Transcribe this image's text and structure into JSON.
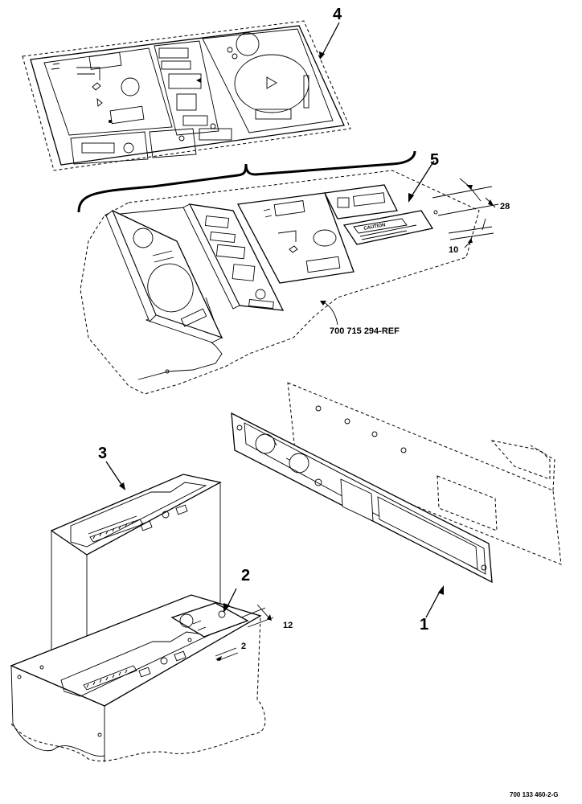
{
  "callouts": {
    "c1": "1",
    "c2": "2",
    "c3": "3",
    "c4": "4",
    "c5": "5"
  },
  "dimensions": {
    "d28": "28",
    "d10": "10",
    "d12": "12",
    "d2": "2"
  },
  "reference_label": "700 715 294-REF",
  "caution_text": "CAUTION",
  "drawing_code": "700 133 460-2-G"
}
